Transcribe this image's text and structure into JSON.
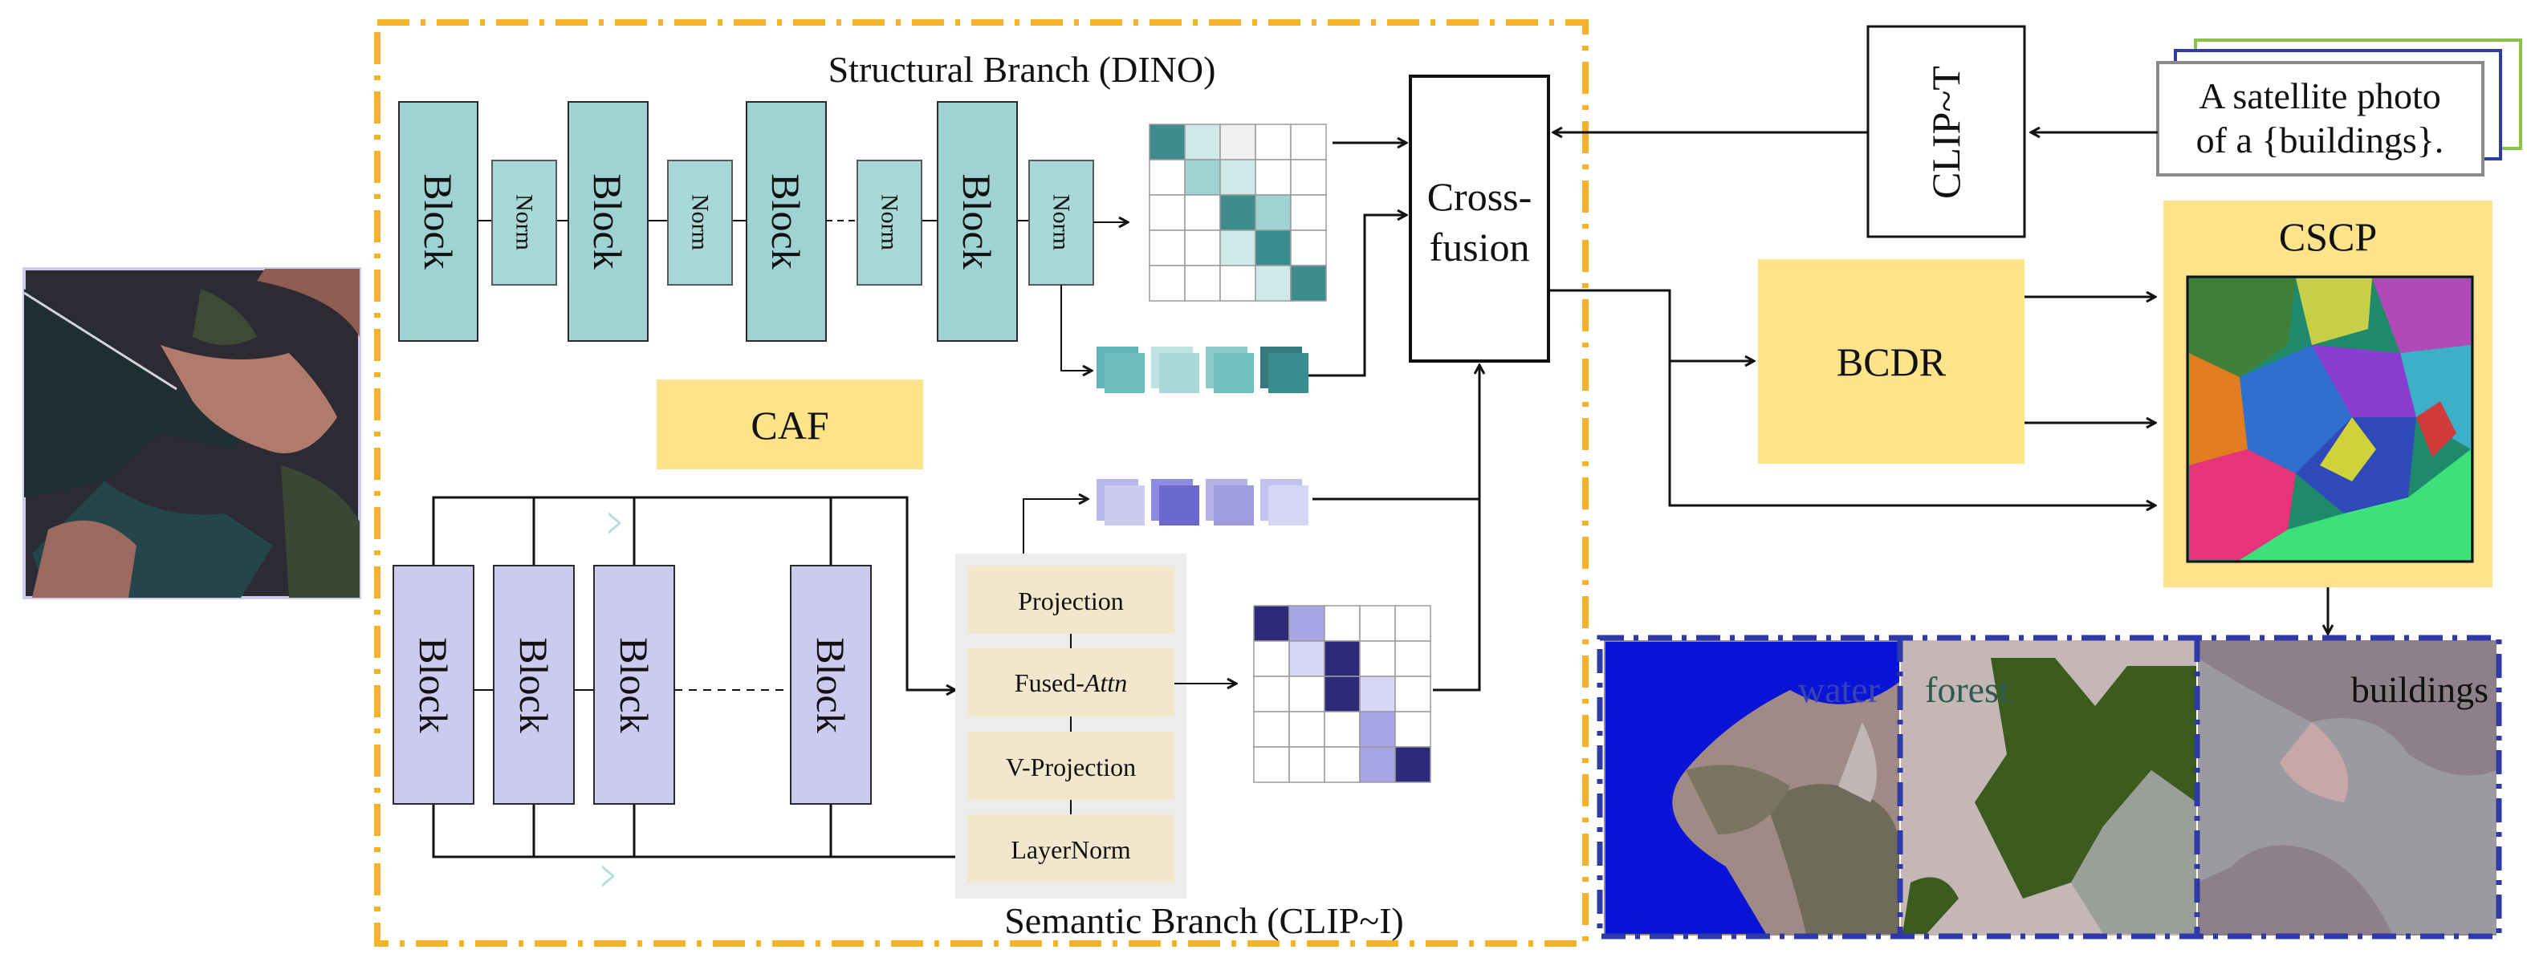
{
  "structural_branch": {
    "title": "Structural Branch (DINO)",
    "block_label": "Block",
    "norm_label": "Norm"
  },
  "semantic_branch": {
    "title": "Semantic Branch (CLIP~I)",
    "block_label": "Block",
    "projection_stack": {
      "projection": "Projection",
      "fused_attn_prefix": "Fused-",
      "fused_attn_italic": "Attn",
      "v_projection": "V-Projection",
      "layernorm": "LayerNorm"
    }
  },
  "caf_label": "CAF",
  "cross_fusion": {
    "line1": "Cross-",
    "line2": "fusion"
  },
  "clip_t_label": "CLIP~T",
  "prompt": {
    "line1": "A satellite photo",
    "line2": "of a {buildings}."
  },
  "bcdr_label": "BCDR",
  "cscp_label": "CSCP",
  "outputs": {
    "water": "water",
    "forest": "forest",
    "buildings": "buildings"
  },
  "colors": {
    "dino_block": "#9fd3d3",
    "clip_block": "#cccbef",
    "proj_box": "#f2e7cc",
    "proj_panel": "#ececec",
    "yellow": "#fde38a",
    "dash_orange": "#f4b32a",
    "dash_blue": "#2e3aa8",
    "water_label": "#3a44b0",
    "forest_label": "#2e5a52"
  }
}
